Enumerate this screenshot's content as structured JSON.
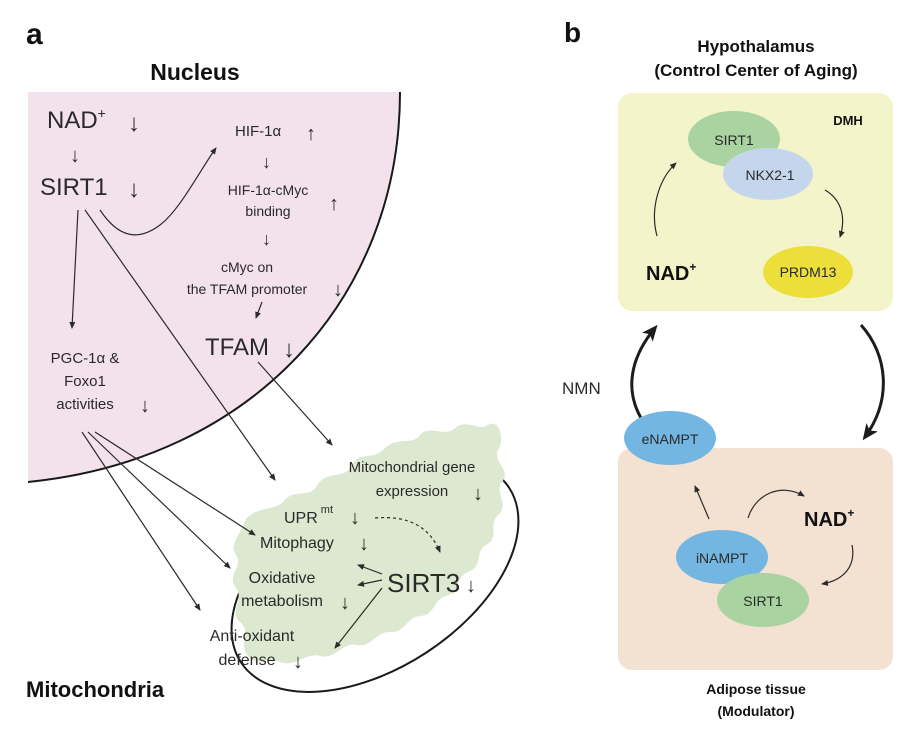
{
  "panel_a": {
    "label": "a",
    "nucleus_title": "Nucleus",
    "mitochondria_title": "Mitochondria",
    "nodes": {
      "nad": "NAD",
      "nad_sup": "+",
      "sirt1": "SIRT1",
      "hif": "HIF-1α",
      "hif_cmyc_1": "HIF-1α-cMyc",
      "hif_cmyc_2": "binding",
      "cmyc_1": "cMyc on",
      "cmyc_2": "the TFAM promoter",
      "tfam": "TFAM",
      "pgc_1": "PGC-1α &",
      "pgc_2": "Foxo1",
      "pgc_3": "activities",
      "mito_gene_1": "Mitochondrial gene",
      "mito_gene_2": "expression",
      "upr": "UPR",
      "upr_sup": "mt",
      "mitophagy": "Mitophagy",
      "oxid_1": "Oxidative",
      "oxid_2": "metabolism",
      "anti_1": "Anti-oxidant",
      "anti_2": "defense",
      "sirt3": "SIRT3"
    },
    "symbols": {
      "down": "↓",
      "up": "↑"
    },
    "colors": {
      "nucleus": "#f3e2ec",
      "mito_inner": "#dce8cf"
    }
  },
  "panel_b": {
    "label": "b",
    "hypo_title_1": "Hypothalamus",
    "hypo_title_2": "(Control Center of Aging)",
    "dmh": "DMH",
    "hypo_sirt1": "SIRT1",
    "nkx": "NKX2-1",
    "prdm13": "PRDM13",
    "hypo_nad": "NAD",
    "nad_sup": "+",
    "nmn": "NMN",
    "enampt": "eNAMPT",
    "inampt": "iNAMPT",
    "adipose_nad": "NAD",
    "adipose_sirt1": "SIRT1",
    "adipose_title_1": "Adipose tissue",
    "adipose_title_2": "(Modulator)",
    "colors": {
      "hypothalamus_box": "#f3f4c9",
      "adipose_box": "#f3e1d2",
      "sirt1": "#a9d3a1",
      "nkx": "#c5d6ec",
      "prdm13": "#ecdf3a",
      "nampt": "#74b6e2"
    }
  }
}
